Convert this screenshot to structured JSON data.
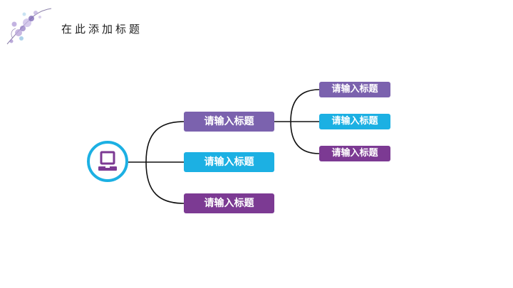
{
  "slide": {
    "title": "在此添加标题"
  },
  "diagram": {
    "hub": {
      "icon": "laptop-icon",
      "ring_color": "#1cb0e3",
      "icon_color": "#7c3a93"
    },
    "branches": [
      {
        "label": "请输入标题",
        "color": "#7b62ae"
      },
      {
        "label": "请输入标题",
        "color": "#1cb0e3"
      },
      {
        "label": "请输入标题",
        "color": "#7c3a93"
      }
    ],
    "sub_branches": [
      {
        "label": "请输入标题",
        "color": "#7b62ae"
      },
      {
        "label": "请输入标题",
        "color": "#1cb0e3"
      },
      {
        "label": "请输入标题",
        "color": "#7c3a93"
      }
    ],
    "line_color": "#111111"
  }
}
